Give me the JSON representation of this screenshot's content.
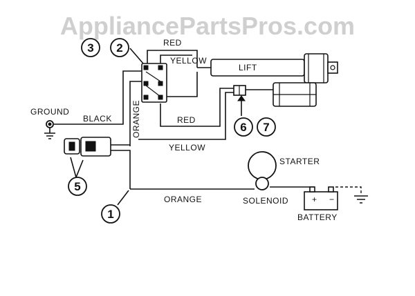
{
  "watermark": "AppliancePartsPros.com",
  "wire_labels": {
    "red_top": "RED",
    "yellow_top": "YELLOW",
    "lift": "LIFT",
    "ground": "GROUND",
    "black": "BLACK",
    "orange_vertical": "ORANGE",
    "red_mid": "RED",
    "yellow_low": "YELLOW",
    "orange_bottom": "ORANGE",
    "starter": "STARTER",
    "solenoid": "SOLENOID",
    "battery": "BATTERY",
    "battery_plus": "+",
    "battery_minus": "−"
  },
  "callouts": {
    "c3": "3",
    "c2": "2",
    "c6": "6",
    "c7": "7",
    "c5": "5",
    "c1": "1"
  }
}
